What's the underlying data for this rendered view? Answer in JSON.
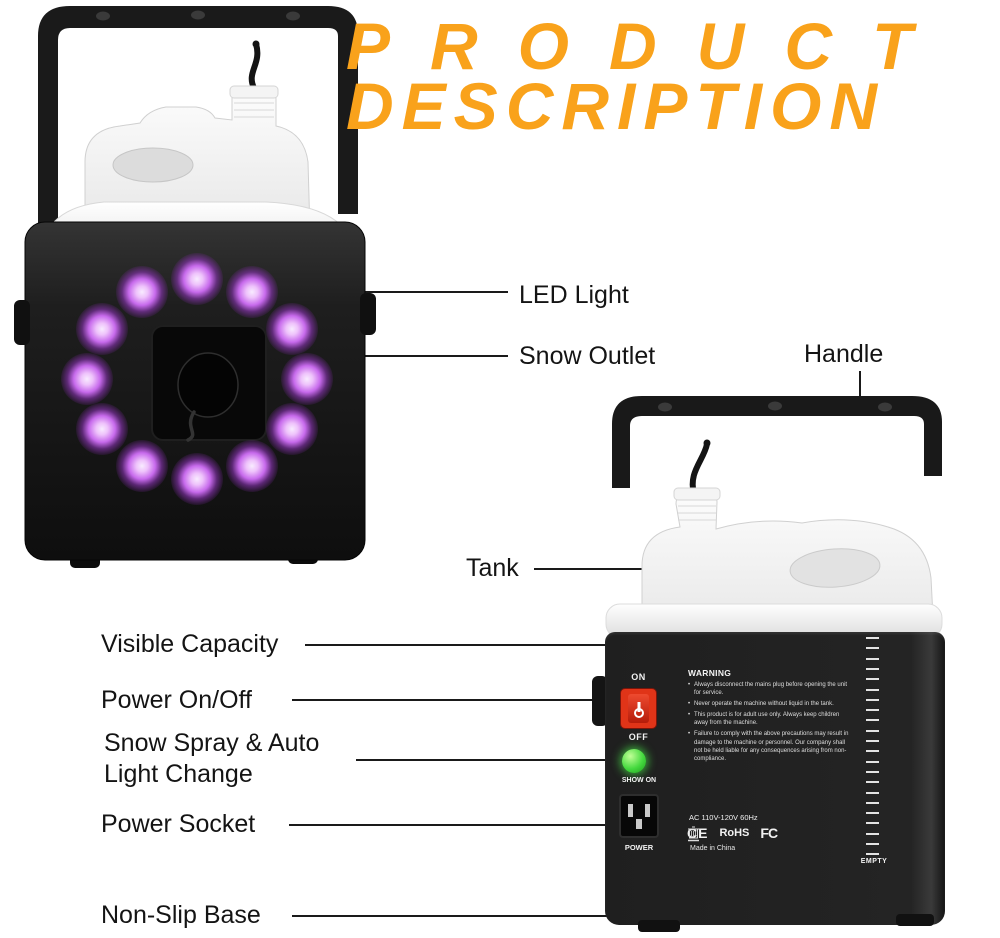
{
  "title": {
    "line1": "PRODUCT",
    "line2": "DESCRIPTION"
  },
  "callouts": {
    "led_light": "LED Light",
    "snow_outlet": "Snow Outlet",
    "handle": "Handle",
    "tank": "Tank",
    "visible_capacity": "Visible Capacity",
    "power_on_off": "Power On/Off",
    "snow_spray_1": "Snow Spray & Auto",
    "snow_spray_2": "Light Change",
    "power_socket": "Power Socket",
    "non_slip_base": "Non-Slip Base"
  },
  "front_machine": {
    "led_count": 12
  },
  "rear_panel": {
    "on_label": "ON",
    "off_label": "OFF",
    "warning_title": "WARNING",
    "warning_items": [
      "Always disconnect the mains plug before opening the unit for service.",
      "Never operate the machine without liquid in the tank.",
      "This product is for adult use only. Always keep children away from the machine.",
      "Failure to comply with the above precautions may result in damage to the machine or personnel. Our company shall not be held liable for any consequences arising from non-compliance."
    ],
    "show_on_label": "SHOW ON",
    "power_label": "POWER",
    "ac_rating": "AC 110V-120V 60Hz",
    "cert_ce": "CE",
    "cert_rohs": "RoHS",
    "cert_fcc": "FC",
    "made_in": "Made in China",
    "empty_label": "EMPTY",
    "scale_tick_count": 22
  },
  "colors": {
    "title_orange": "#F9A21B",
    "led_purple": "#C76AEC",
    "switch_red": "#E03418",
    "button_green": "#45D93F"
  }
}
